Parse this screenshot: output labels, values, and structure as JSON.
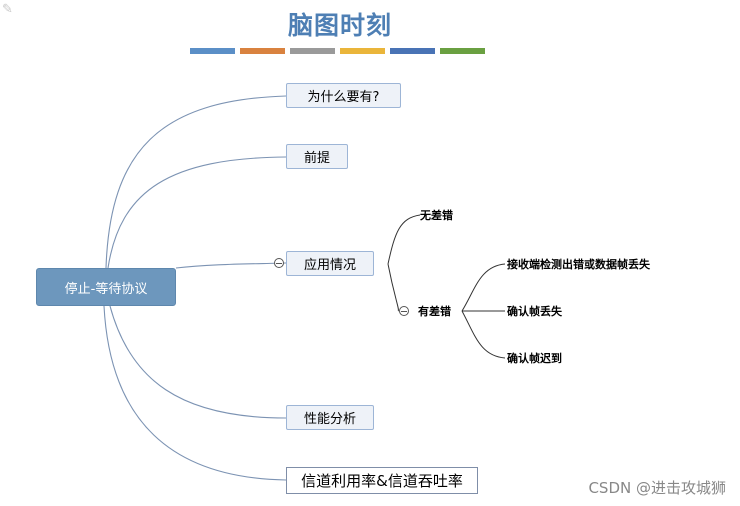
{
  "title": "脑图时刻",
  "color_bars": [
    "#5b8fc7",
    "#d9823f",
    "#9a9a9a",
    "#eab53a",
    "#4973b5",
    "#6aa041"
  ],
  "root": {
    "label": "停止-等待协议"
  },
  "branches": [
    {
      "label": "为什么要有?"
    },
    {
      "label": "前提"
    },
    {
      "label": "应用情况"
    },
    {
      "label": "性能分析"
    },
    {
      "label": "信道利用率&信道吞吐率"
    }
  ],
  "application": {
    "children": [
      {
        "label": "无差错"
      },
      {
        "label": "有差错"
      }
    ],
    "error_cases": [
      {
        "label": "接收端检测出错或数据帧丢失"
      },
      {
        "label": "确认帧丢失"
      },
      {
        "label": "确认帧迟到"
      }
    ]
  },
  "watermark": "CSDN @进击攻城狮"
}
